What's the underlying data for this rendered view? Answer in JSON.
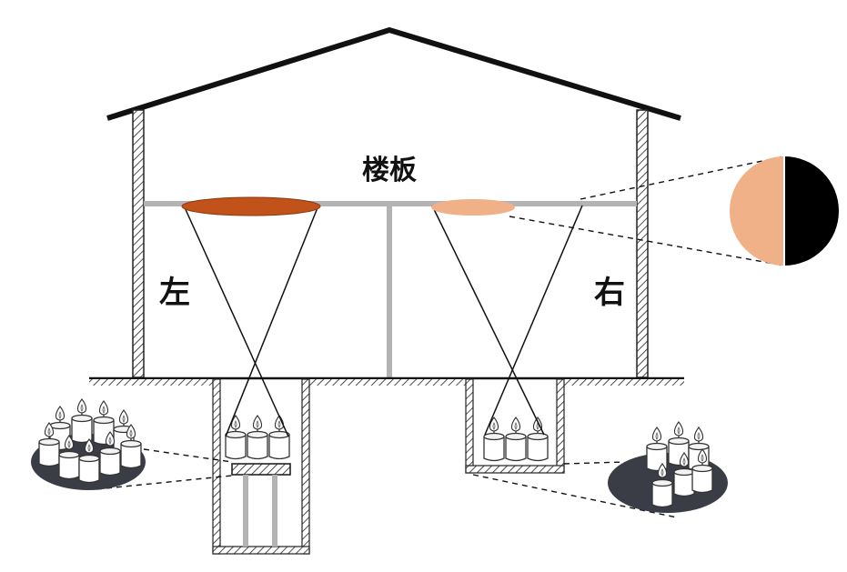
{
  "labels": {
    "floor": "楼板",
    "left": "左",
    "right": "右"
  },
  "colors": {
    "left_spot": "#C0521A",
    "right_spot": "#F0B088",
    "post": "#B3B3B3",
    "outline": "#111111",
    "tray": "#3A3D45",
    "candle_fill": "#FFFFFF",
    "flame": "#FFFFFF"
  },
  "icons": {
    "candle": "candle-icon",
    "flame": "flame-icon",
    "half_disc": "half-shaded-disc-icon"
  }
}
